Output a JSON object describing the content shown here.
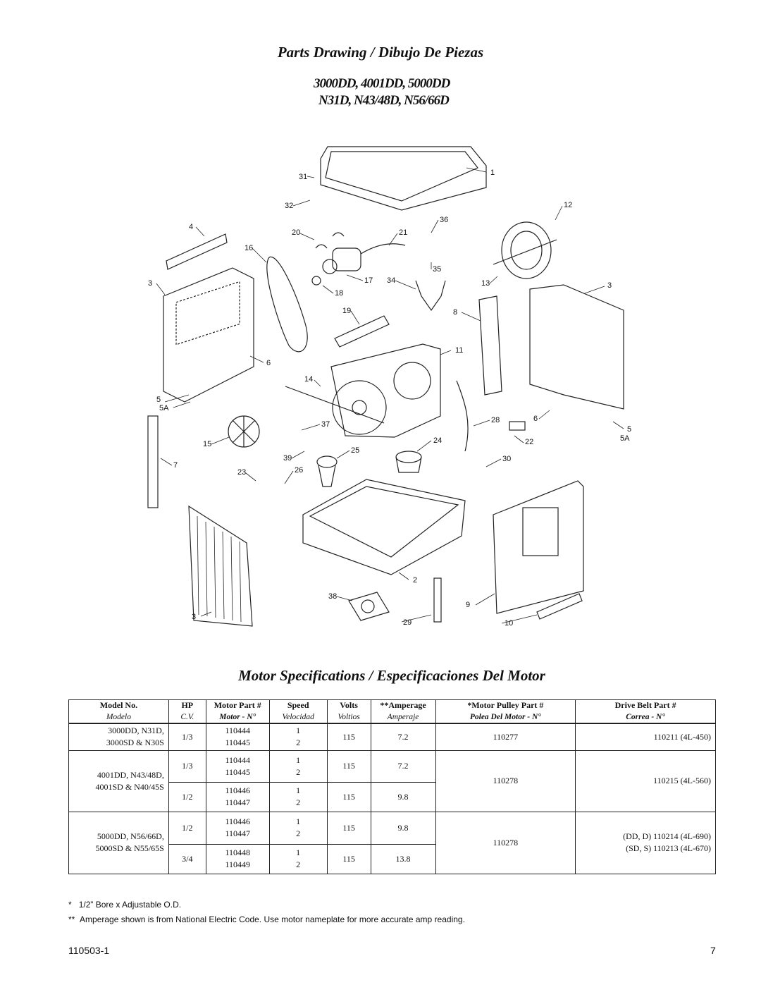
{
  "header": {
    "title": "Parts Drawing  /  Dibujo De Piezas",
    "models_line1": "3000DD, 4001DD, 5000DD",
    "models_line2": "N31D, N43/48D, N56/66D"
  },
  "callouts": [
    "1",
    "2",
    "3",
    "3",
    "3",
    "4",
    "5",
    "5",
    "5A",
    "5A",
    "6",
    "6",
    "7",
    "8",
    "9",
    "10",
    "11",
    "12",
    "13",
    "14",
    "15",
    "16",
    "17",
    "18",
    "19",
    "20",
    "21",
    "22",
    "23",
    "24",
    "25",
    "26",
    "28",
    "29",
    "30",
    "31",
    "32",
    "34",
    "35",
    "36",
    "37",
    "38",
    "39"
  ],
  "specs": {
    "title": "Motor Specifications  /  Especificaciones Del Motor",
    "headers_en": [
      "Model No.",
      "HP",
      "Motor Part #",
      "Speed",
      "Volts",
      "**Amperage",
      "*Motor Pulley Part #",
      "Drive Belt Part #"
    ],
    "headers_es": [
      "Modelo",
      "C.V.",
      "Motor - N°",
      "Velocidad",
      "Voltios",
      "Amperaje",
      "Polea Del Motor - N°",
      "Correa - N°"
    ],
    "groups": [
      {
        "model_lines": [
          "3000DD, N31D,",
          "3000SD & N30S"
        ],
        "rows": [
          {
            "hp": "1/3",
            "parts": [
              "110444",
              "110445"
            ],
            "speeds": [
              "1",
              "2"
            ],
            "volts": "115",
            "amps": "7.2"
          }
        ],
        "pulley": "110277",
        "belt_lines": [
          "110211 (4L-450)"
        ]
      },
      {
        "model_lines": [
          "4001DD, N43/48D,",
          "4001SD & N40/45S"
        ],
        "rows": [
          {
            "hp": "1/3",
            "parts": [
              "110444",
              "110445"
            ],
            "speeds": [
              "1",
              "2"
            ],
            "volts": "115",
            "amps": "7.2"
          },
          {
            "hp": "1/2",
            "parts": [
              "110446",
              "110447"
            ],
            "speeds": [
              "1",
              "2"
            ],
            "volts": "115",
            "amps": "9.8"
          }
        ],
        "pulley": "110278",
        "belt_lines": [
          "110215 (4L-560)"
        ]
      },
      {
        "model_lines": [
          "5000DD, N56/66D,",
          "5000SD & N55/65S"
        ],
        "rows": [
          {
            "hp": "1/2",
            "parts": [
              "110446",
              "110447"
            ],
            "speeds": [
              "1",
              "2"
            ],
            "volts": "115",
            "amps": "9.8"
          },
          {
            "hp": "3/4",
            "parts": [
              "110448",
              "110449"
            ],
            "speeds": [
              "1",
              "2"
            ],
            "volts": "115",
            "amps": "13.8"
          }
        ],
        "pulley": "110278",
        "belt_lines": [
          "(DD, D) 110214 (4L-690)",
          "(SD, S) 110213 (4L-670)"
        ]
      }
    ]
  },
  "footnotes": [
    {
      "mark": "*",
      "text": "1/2” Bore x Adjustable O.D."
    },
    {
      "mark": "**",
      "text": "Amperage shown is from National Electric Code.  Use motor nameplate for more accurate amp reading."
    }
  ],
  "footer": {
    "doc_number": "110503-1",
    "page_number": "7"
  }
}
